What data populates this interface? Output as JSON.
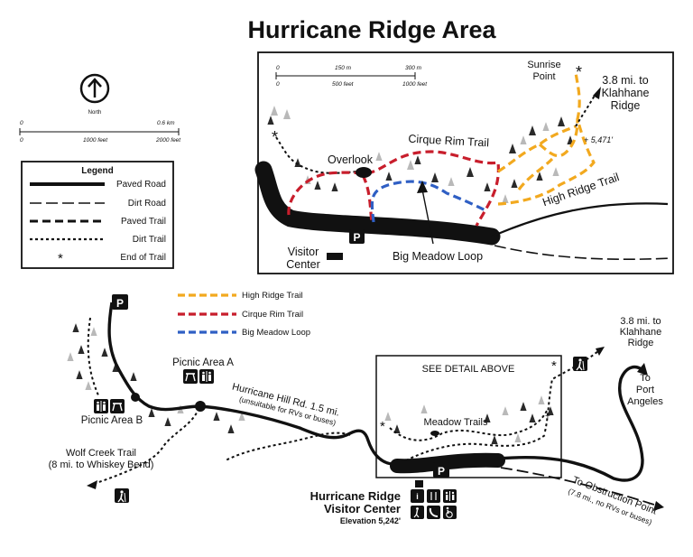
{
  "title": "Hurricane Ridge Area",
  "north_arrow": {
    "label": "North"
  },
  "main_scale": {
    "km0": "0",
    "km_label": "0.6 km",
    "ft0": "0",
    "ft1": "1000 feet",
    "ft2": "2000 feet"
  },
  "legend": {
    "title": "Legend",
    "items": [
      "Paved Road",
      "Dirt Road",
      "Paved Trail",
      "Dirt Trail",
      "End of Trail"
    ]
  },
  "inset": {
    "scale": {
      "m0": "0",
      "m1": "150 m",
      "m2": "300 m",
      "ft0": "0",
      "ft1": "500 feet",
      "ft2": "1000 feet"
    },
    "labels": {
      "sunrise_point_line1": "Sunrise",
      "sunrise_point_line2": "Point",
      "klahhane_line1": "3.8 mi. to",
      "klahhane_line2": "Klahhane",
      "klahhane_line3": "Ridge",
      "elevation": "+ 5,471'",
      "cirque_rim_trail": "Cirque Rim Trail",
      "overlook": "Overlook",
      "high_ridge_trail": "High Ridge Trail",
      "visitor_center_line1": "Visitor",
      "visitor_center_line2": "Center",
      "big_meadow_loop": "Big Meadow Loop",
      "parking": "P"
    }
  },
  "trail_key": [
    {
      "label": "High Ridge Trail",
      "color": "#f2a91f"
    },
    {
      "label": "Cirque Rim Trail",
      "color": "#c81e2c"
    },
    {
      "label": "Big Meadow Loop",
      "color": "#2f5fc4"
    }
  ],
  "main": {
    "parking": "P",
    "picnic_area_a": "Picnic Area A",
    "picnic_area_b": "Picnic Area B",
    "hurricane_hill_rd": "Hurricane Hill Rd. 1.5 mi.",
    "hurricane_hill_note": "(unsuitable for RVs or buses)",
    "wolf_creek_line1": "Wolf Creek Trail",
    "wolf_creek_line2": "(8 mi. to Whiskey Bend)",
    "see_detail": "SEE DETAIL ABOVE",
    "meadow_trails": "Meadow Trails",
    "klahhane_line1": "3.8 mi. to",
    "klahhane_line2": "Klahhane",
    "klahhane_line3": "Ridge",
    "port_angeles_line1": "To",
    "port_angeles_line2": "Port",
    "port_angeles_line3": "Angeles",
    "obstruction_point": "To Obstruction Point",
    "obstruction_note": "(7.8 mi., no RVs or buses)",
    "visitor_center_line1": "Hurricane Ridge",
    "visitor_center_line2": "Visitor Center",
    "visitor_center_elev": "Elevation 5,242'"
  },
  "colors": {
    "high_ridge": "#f2a91f",
    "cirque_rim": "#c81e2c",
    "big_meadow": "#2f5fc4",
    "ink": "#111111",
    "tree": "#2a2a2a",
    "tree_light": "#b9b9b9"
  }
}
